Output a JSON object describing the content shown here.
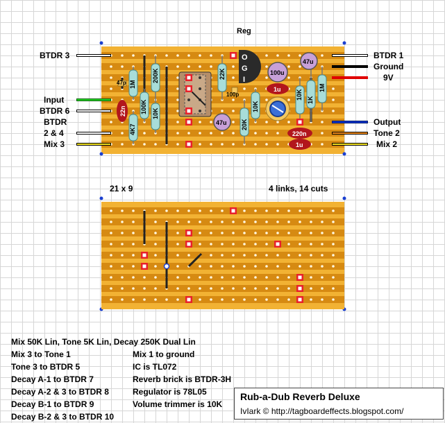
{
  "top_labels": {
    "reg": "Reg",
    "btdr3": "BTDR 3",
    "input": "Input",
    "btdr6": "BTDR 6",
    "btdr": "BTDR",
    "two_four": "2 & 4",
    "mix3": "Mix 3",
    "btdr1": "BTDR 1",
    "ground": "Ground",
    "nine_v": "9V",
    "output": "Output",
    "tone2": "Tone 2",
    "mix2": "Mix 2"
  },
  "components": {
    "r1m_a": "1M",
    "c47p": "47p",
    "r200k": "200K",
    "r100k": "100K",
    "c22n": "22n",
    "r4k7": "4K7",
    "r10k_a": "10K",
    "r22k": "22K",
    "c100p": "100p",
    "c47u_a": "47u",
    "r20k": "20K",
    "r10k_b": "10K",
    "c100u": "100u",
    "c1u_a": "1u",
    "c47u_b": "47u",
    "r10k_c": "10K",
    "r1k": "1K",
    "r1m_b": "1M",
    "c220n": "220n",
    "c1u_b": "1u",
    "reg_o": "O",
    "reg_g": "G",
    "reg_i": "I"
  },
  "board_info": {
    "size": "21 x 9",
    "links_cuts": "4 links, 14 cuts"
  },
  "notes": {
    "left": [
      "Mix 50K Lin, Tone 5K Lin, Decay 250K Dual Lin",
      "Mix 3 to Tone 1",
      "Tone 3 to BTDR 5",
      "Decay A-1 to BTDR 7",
      "Decay A-2 & 3 to BTDR 8",
      "Decay B-1 to BTDR 9",
      "Decay B-2 & 3 to BTDR 10"
    ],
    "right": [
      "",
      "Mix 1 to ground",
      "IC is TL072",
      "Reverb brick is BTDR-3H",
      "Regulator is 78L05",
      "Volume trimmer is 10K",
      ""
    ]
  },
  "title": "Rub-a-Dub Reverb Deluxe",
  "credit": "IvIark © http://tagboardeffects.blogspot.com/",
  "colors": {
    "board": "#f2b233",
    "strip": "#d68a12",
    "resistor": "#a8ddd9",
    "cap_red": "#b2161c",
    "electrolytic": "#c8a0d8",
    "cut": "#e8202a",
    "wire_white": "#ffffff",
    "wire_black": "#000000",
    "wire_red": "#e00000",
    "wire_blue": "#0033cc",
    "wire_green": "#22cc22",
    "wire_orange": "#f08a1a",
    "wire_yellow": "#f0e020"
  }
}
